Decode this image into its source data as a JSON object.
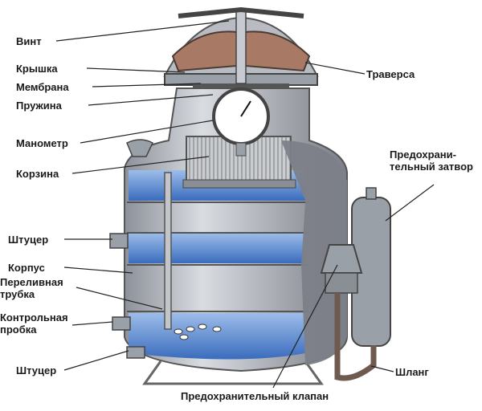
{
  "labels": {
    "vint": "Винт",
    "kryshka": "Крышка",
    "membrana": "Мембрана",
    "pruzhina": "Пружина",
    "manometr": "Манометр",
    "korzina": "Корзина",
    "shtutser_top": "Штуцер",
    "korpus": "Корпус",
    "perelivnaya_1": "Переливная",
    "perelivnaya_2": "трубка",
    "kontrolnaya_1": "Контрольная",
    "kontrolnaya_2": "пробка",
    "shtutser_bottom": "Штуцер",
    "traversa": "Траверса",
    "zatvor_1": "Предохрани-",
    "zatvor_2": "тельный затвор",
    "shlang": "Шланг",
    "klapan": "Предохранительный клапан"
  },
  "colors": {
    "metal": "#9aa0a8",
    "metal_dark": "#6f747c",
    "body_shadow": "#7c8088",
    "water": "#3f74c4",
    "water_light": "#8fb3e6",
    "lid_brown": "#a87a66",
    "leader": "#222222"
  }
}
